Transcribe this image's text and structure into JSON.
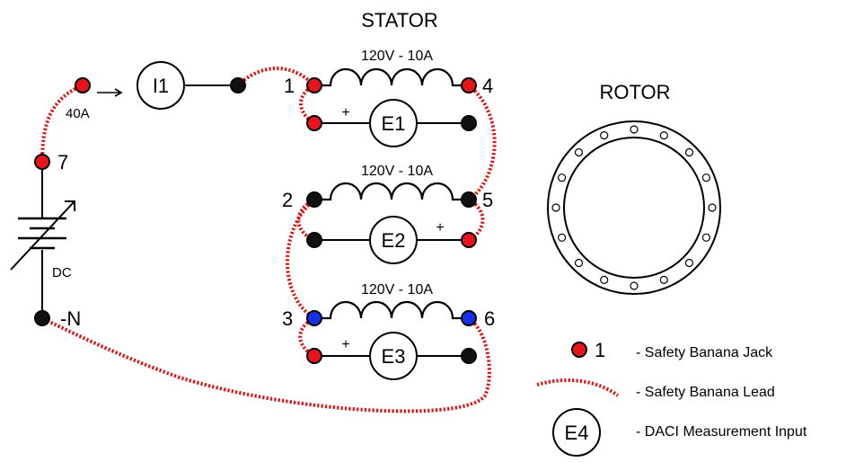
{
  "colors": {
    "jack_red": "#e8141b",
    "jack_black": "#111111",
    "jack_blue": "#1630e8",
    "lead_red": "#e01010"
  },
  "titles": {
    "stator": "STATOR",
    "rotor": "ROTOR"
  },
  "coil_ratings": [
    "120V - 10A",
    "120V - 10A",
    "120V - 10A"
  ],
  "terminals": [
    "1",
    "4",
    "2",
    "5",
    "3",
    "6",
    "7",
    "-N"
  ],
  "meters": {
    "current": "I1",
    "voltage": [
      "E1",
      "E2",
      "E3"
    ],
    "legend": "E4"
  },
  "polarity_mark": "+",
  "source": {
    "label": "DC",
    "current_rating": "40A"
  },
  "legend": {
    "jack_number": "1",
    "jack_text": "- Safety Banana Jack",
    "lead_text": "- Safety Banana Lead",
    "meter_text": "- DACI Measurement Input"
  },
  "icons": [
    "arrow-right-icon",
    "variable-arrow-icon",
    "battery-icon",
    "rotor-icon"
  ]
}
